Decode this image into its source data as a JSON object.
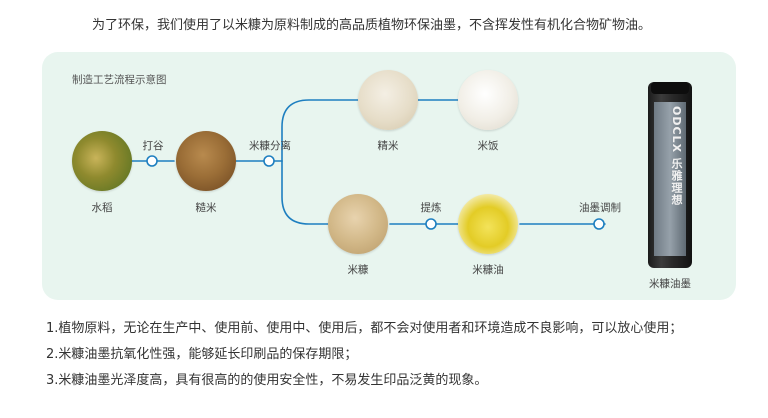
{
  "intro": "为了环保，我们使用了以米糠为原料制成的高品质植物环保油墨，不含挥发性有机化合物矿物油。",
  "diagram": {
    "title": "制造工艺流程示意图",
    "nodes": {
      "rice_plant": "水稻",
      "brown_rice": "糙米",
      "polished_rice": "精米",
      "cooked_rice": "米饭",
      "rice_bran": "米糠",
      "rice_bran_oil": "米糠油",
      "rice_bran_ink": "米糠油墨"
    },
    "edges": {
      "threshing": "打谷",
      "bran_separation": "米糠分离",
      "refining": "提炼",
      "ink_blending": "油墨调制"
    },
    "product_brand": "ODCLX 乐雅理想"
  },
  "notes": [
    "1.植物原料，无论在生产中、使用前、使用中、使用后，都不会对使用者和环境造成不良影响，可以放心使用；",
    "2.米糠油墨抗氧化性强，能够延长印刷品的保存期限；",
    "3.米糠油墨光泽度高，具有很高的的使用安全性，不易发生印品泛黄的现象。"
  ],
  "colors": {
    "flow_line": "#1e7fc0",
    "panel_bg": "#e8f5ef"
  }
}
